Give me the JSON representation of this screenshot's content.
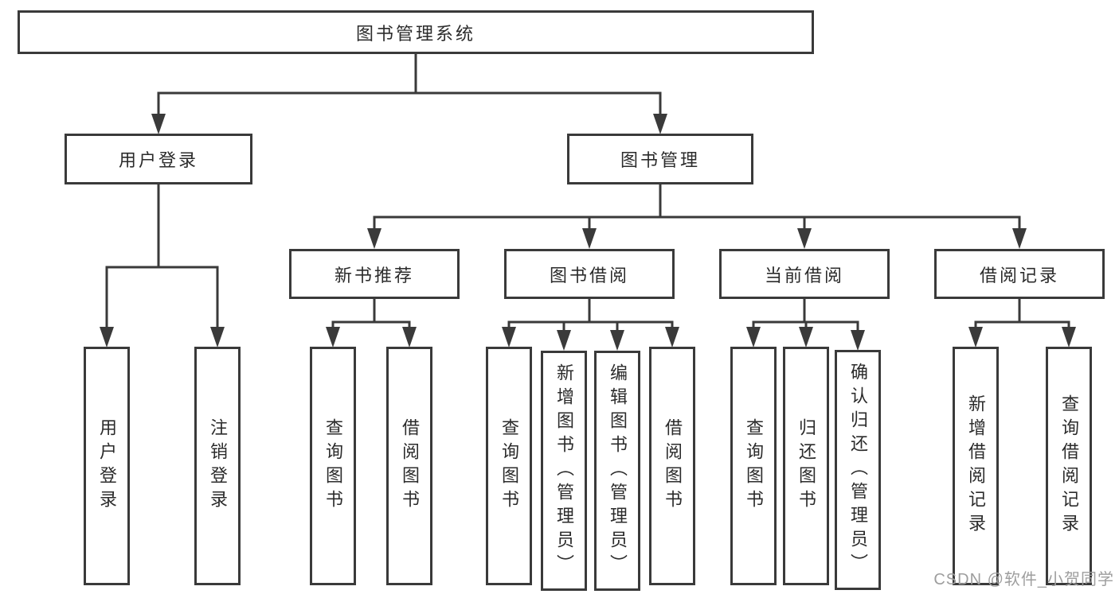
{
  "diagram": {
    "root": {
      "label": "图书管理系统"
    },
    "branches": [
      {
        "label": "用户登录",
        "children": [
          {
            "label": "用户登录"
          },
          {
            "label": "注销登录"
          }
        ]
      },
      {
        "label": "图书管理",
        "children": [
          {
            "label": "新书推荐",
            "children": [
              {
                "label": "查询图书"
              },
              {
                "label": "借阅图书"
              }
            ]
          },
          {
            "label": "图书借阅",
            "children": [
              {
                "label": "查询图书"
              },
              {
                "label": "新增图书（管理员）"
              },
              {
                "label": "编辑图书（管理员）"
              },
              {
                "label": "借阅图书"
              }
            ]
          },
          {
            "label": "当前借阅",
            "children": [
              {
                "label": "查询图书"
              },
              {
                "label": "归还图书"
              },
              {
                "label": "确认归还（管理员）"
              }
            ]
          },
          {
            "label": "借阅记录",
            "children": [
              {
                "label": "新增借阅记录"
              },
              {
                "label": "查询借阅记录"
              }
            ]
          }
        ]
      }
    ],
    "watermark": "CSDN @软件_小贺同学",
    "colors": {
      "line": "#3a3a3a",
      "box_border": "#3a3a3a",
      "text": "#2b2b2b",
      "watermark": "#9e9e9e",
      "background": "#ffffff"
    }
  }
}
